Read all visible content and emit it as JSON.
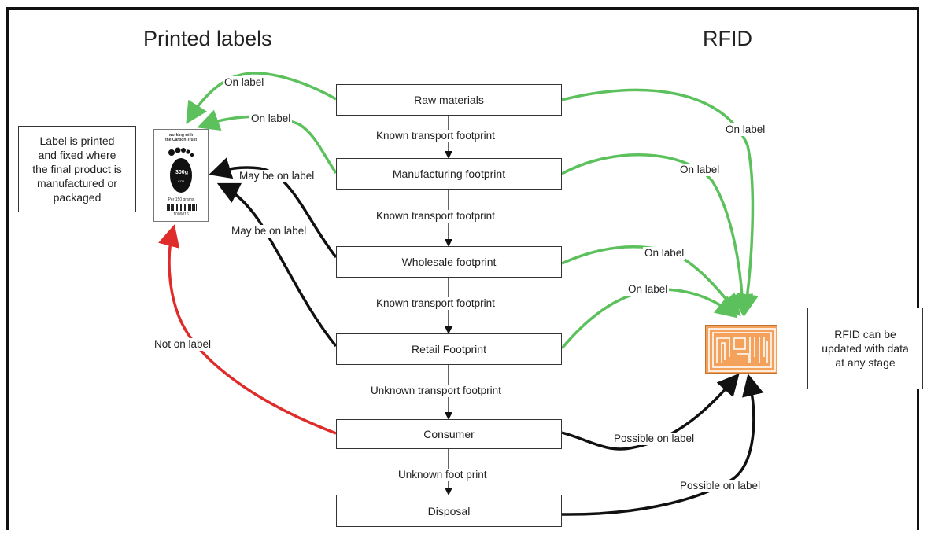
{
  "headings": {
    "left": "Printed labels",
    "right": "RFID"
  },
  "flow_boxes": {
    "raw": "Raw materials",
    "manufacturing": "Manufacturing footprint",
    "wholesale": "Wholesale footprint",
    "retail": "Retail Footprint",
    "consumer": "Consumer",
    "disposal": "Disposal"
  },
  "transport_labels": {
    "t1": "Known transport footprint",
    "t2": "Known transport footprint",
    "t3": "Known transport footprint",
    "t4": "Unknown transport footprint",
    "t5": "Unknown foot print"
  },
  "notes": {
    "printed": "Label is printed\nand fixed where\nthe final product is\nmanufactured or\npackaged",
    "rfid": "RFID can be\nupdated with data\nat any stage"
  },
  "arrow_labels": {
    "raw_to_printed": "On label",
    "mfg_to_printed": "On label",
    "mfg_may_be": "May be on label",
    "wholesale_may_be": "May be on label",
    "consumer_not": "Not on label",
    "raw_to_rfid": "On label",
    "mfg_to_rfid": "On label",
    "wholesale_to_rfid": "On label",
    "retail_to_rfid": "On label",
    "consumer_to_rfid": "Possible on label",
    "disposal_to_rfid": "Possible on label"
  },
  "carbon_label": {
    "header": "working with\nthe Carbon Trust",
    "amount": "300g",
    "unit": "CO2",
    "per": "Per 150 grams",
    "code": "1009816"
  },
  "colors": {
    "green": "#5cc15c",
    "red": "#e02b2b",
    "black": "#111111",
    "rfid_chip": "#f4a15c"
  }
}
